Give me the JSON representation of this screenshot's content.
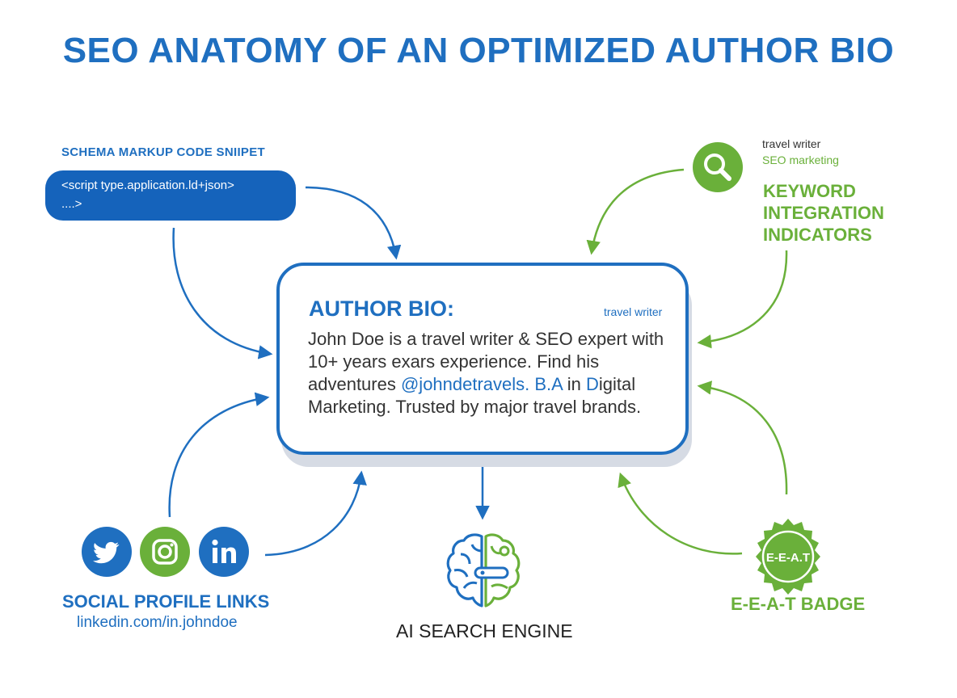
{
  "title": "SEO ANATOMY OF AN OPTIMIZED AUTHOR BIO",
  "schema": {
    "label": "SCHEMA MARKUP CODE SNIIPET",
    "code_line1": "<script type.application.ld+json>",
    "code_line2": "....>"
  },
  "bio": {
    "title": "AUTHOR BIO:",
    "keyword_note": "travel writer",
    "text_part1": "John Doe is a travel writer & SEO expert with 10+ years exars experience. Find his adventures ",
    "handle": "@johndetravels. B.A",
    "text_part2": " in ",
    "d_letter": "D",
    "text_part3": "igital Marketing. Trusted by major travel brands."
  },
  "keyword": {
    "term1": "travel writer",
    "term2": "SEO marketing",
    "label_line1": "KEYWORD",
    "label_line2": "INTEGRATION",
    "label_line3": "INDICATORS",
    "icon": "search-icon"
  },
  "social": {
    "label": "SOCIAL PROFILE LINKS",
    "url": "linkedin.com/in.johndoe",
    "icons": [
      "twitter-icon",
      "instagram-icon",
      "linkedin-icon"
    ]
  },
  "ai": {
    "label": "AI SEARCH ENGINE",
    "icon": "brain-icon"
  },
  "eeat": {
    "badge_text": "E-E-A.T",
    "label": "E-E-A-T BADGE"
  },
  "colors": {
    "blue": "#1f6fc0",
    "green": "#6ab03a"
  }
}
